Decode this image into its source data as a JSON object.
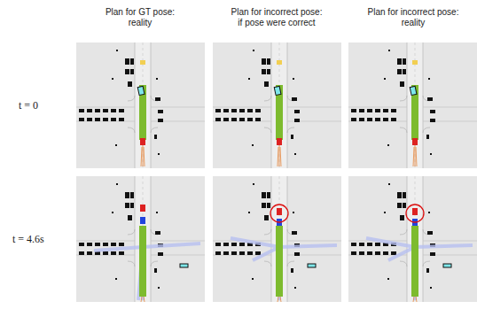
{
  "diagram": {
    "labels": [
      "Plan for GT pose: reality",
      "Plan for incorrect pose: if pose were correct",
      "Plan for incorrect pose: reality",
      "t = 0",
      "t = 4.6s"
    ]
  }
}
